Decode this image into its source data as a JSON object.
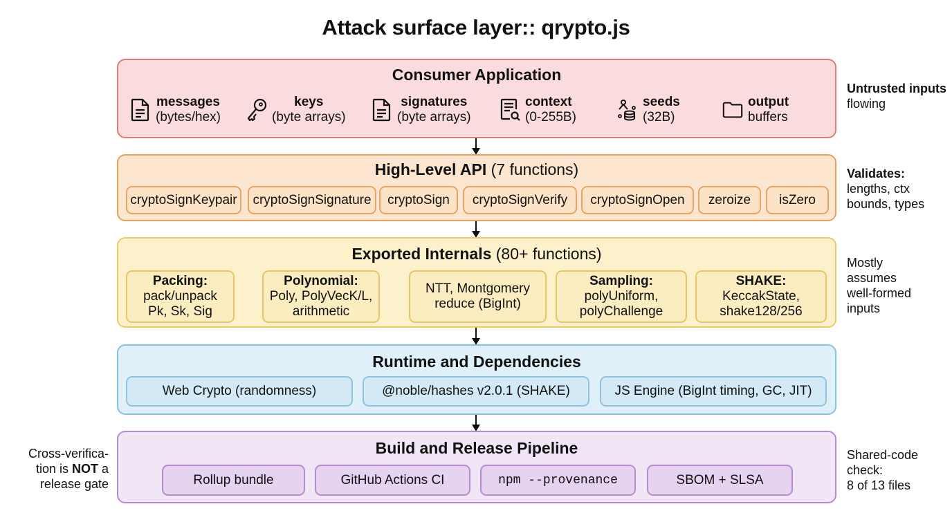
{
  "title": "Attack surface layer:: qrypto.js",
  "layers": [
    {
      "title_bold": "Consumer Application",
      "title_rest": "",
      "color": "#df7b78",
      "items": [
        {
          "icon": "document-icon",
          "main": "messages",
          "sub": "(bytes/hex)"
        },
        {
          "icon": "key-icon",
          "main": "keys",
          "sub": "(byte arrays)"
        },
        {
          "icon": "document-icon",
          "main": "signatures",
          "sub": "(byte arrays)"
        },
        {
          "icon": "document-search-icon",
          "main": "context",
          "sub": "(0-255B)"
        },
        {
          "icon": "seed-database-icon",
          "main": "seeds",
          "sub": "(32B)"
        },
        {
          "icon": "folder-icon",
          "main": "output",
          "sub": "buffers"
        }
      ],
      "note": {
        "bold": "Untrusted inputs",
        "rest": " flowing"
      }
    },
    {
      "title_bold": "High-Level API",
      "title_rest": " (7 functions)",
      "color": "#ec9f57",
      "items": [
        "cryptoSignKeypair",
        "cryptoSignSignature",
        "cryptoSign",
        "cryptoSignVerify",
        "cryptoSignOpen",
        "zeroize",
        "isZero"
      ],
      "note": {
        "bold": "Validates:",
        "rest": "lengths, ctx bounds, types"
      }
    },
    {
      "title_bold": "Exported Internals",
      "title_rest": " (80+ functions)",
      "color": "#eacd62",
      "items": [
        {
          "head": "Packing:",
          "body": [
            "pack/unpack",
            "Pk, Sk, Sig"
          ]
        },
        {
          "head": "Polynomial:",
          "body": [
            "Poly, PolyVecK/L,",
            "arithmetic"
          ]
        },
        {
          "head": "",
          "body": [
            "NTT, Montgomery",
            "reduce (BigInt)"
          ]
        },
        {
          "head": "Sampling:",
          "body": [
            "polyUniform,",
            "polyChallenge"
          ]
        },
        {
          "head": "SHAKE:",
          "body": [
            "KeccakState,",
            "shake128/256"
          ]
        }
      ],
      "note": {
        "lines": [
          "Mostly",
          "assumes",
          "well-formed",
          "inputs"
        ]
      }
    },
    {
      "title_bold": "Runtime and Dependencies",
      "title_rest": "",
      "color": "#83c4e4",
      "items": [
        "Web Crypto (randomness)",
        "@noble/hashes v2.0.1 (SHAKE)",
        "JS Engine (BigInt timing, GC, JIT)"
      ]
    },
    {
      "title_bold": "Build and Release Pipeline",
      "title_rest": "",
      "color": "#b58ad0",
      "items": [
        "Rollup bundle",
        "GitHub Actions CI",
        "npm --provenance",
        "SBOM + SLSA"
      ],
      "note_right": {
        "lines": [
          "Shared-code",
          "check:",
          "8 of 13 files"
        ]
      },
      "note_left": {
        "line1": "Cross-verifica-",
        "line2_pre": "tion is ",
        "line2_bold": "NOT",
        "line2_post": " a",
        "line3": "release gate"
      }
    }
  ]
}
